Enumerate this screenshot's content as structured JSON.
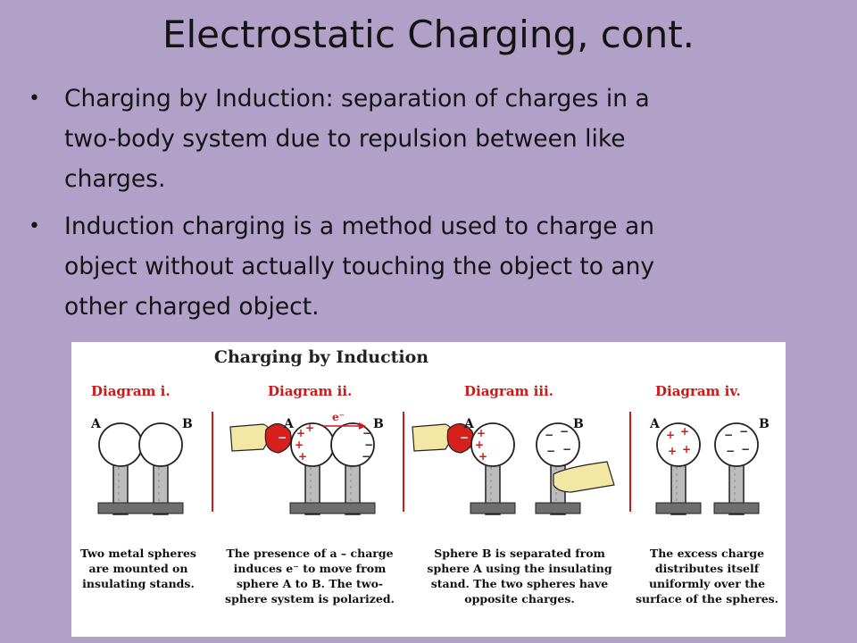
{
  "slide": {
    "title": "Electrostatic Charging, cont.",
    "bullets": [
      {
        "lines": [
          "Charging by Induction: separation of charges in a",
          "two-body system due to repulsion between like",
          "charges."
        ]
      },
      {
        "lines": [
          "Induction charging is a method used to charge an",
          "object without actually touching the object to any",
          "other charged object."
        ]
      }
    ]
  },
  "figure": {
    "title": "Charging by Induction",
    "panels": [
      {
        "label": "Diagram i.",
        "sphere_a": "A",
        "sphere_b": "B",
        "caption": [
          "Two metal spheres",
          "are mounted on",
          "insulating stands."
        ]
      },
      {
        "label": "Diagram ii.",
        "sphere_a": "A",
        "sphere_b": "B",
        "electron_label": "e⁻",
        "caption": [
          "The presence of a – charge",
          "induces e⁻ to move from",
          "sphere A to B. The two-",
          "sphere system is polarized."
        ]
      },
      {
        "label": "Diagram iii.",
        "sphere_a": "A",
        "sphere_b": "B",
        "caption": [
          "Sphere B is separated from",
          "sphere A using the insulating",
          "stand. The two spheres have",
          "opposite charges."
        ]
      },
      {
        "label": "Diagram iv.",
        "sphere_a": "A",
        "sphere_b": "B",
        "caption": [
          "The excess charge",
          "distributes itself",
          "uniformly over the",
          "surface of the spheres."
        ]
      }
    ],
    "colors": {
      "label_red": "#d01818",
      "stand_gray": "#bcbcbc",
      "base_gray": "#6e6e6e",
      "hand_yellow": "#f3e7a6",
      "rod_red": "#d6201e"
    }
  }
}
